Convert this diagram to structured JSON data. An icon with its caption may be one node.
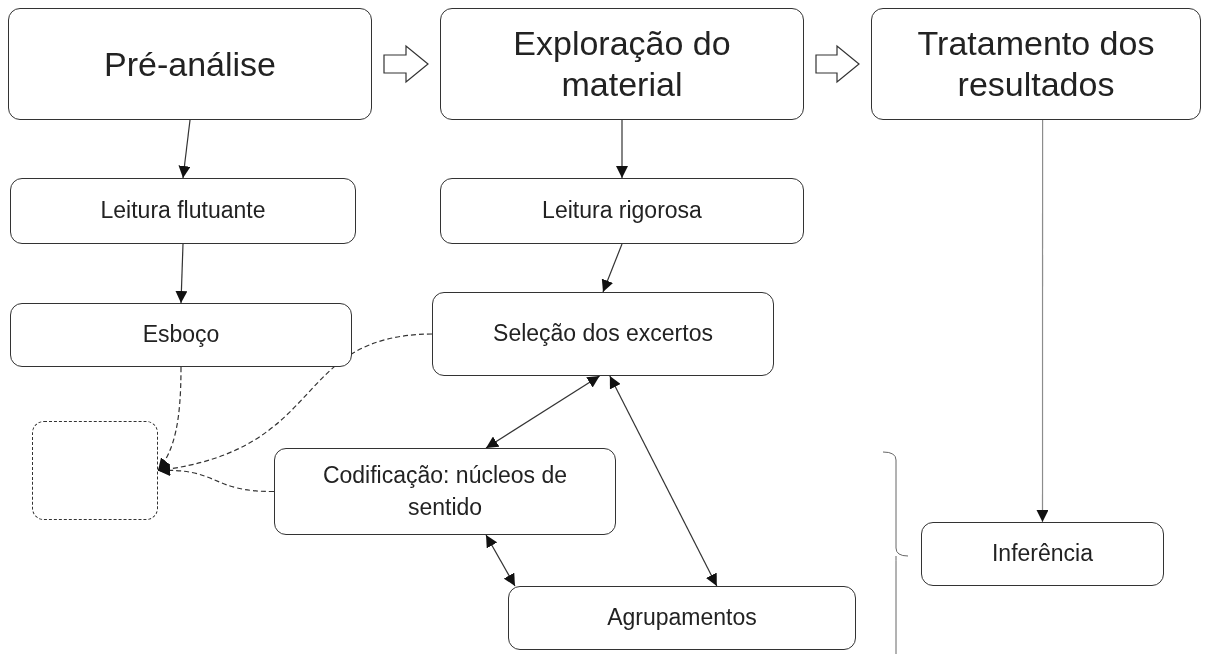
{
  "diagram": {
    "nodes": [
      {
        "text": [
          "Pré-análise"
        ]
      },
      {
        "text": [
          "Exploração do material"
        ]
      },
      {
        "text": [
          "Tratamento dos resultados"
        ]
      },
      {
        "text": [
          "Leitura flutuante"
        ]
      },
      {
        "text": [
          "Leitura rigorosa"
        ]
      },
      {
        "text": [
          "Esboço"
        ]
      },
      {
        "text": [
          "Seleção dos excertos"
        ]
      },
      {
        "text": [],
        "shape": "box"
      },
      {
        "text": [
          "Codificação: núcleos de sentido"
        ]
      },
      {
        "text": [
          "Agrupamentos"
        ]
      },
      {
        "text": [
          "Inferência"
        ]
      }
    ],
    "edges": [
      {
        "from": 0,
        "to": 1,
        "arrow": "to",
        "style": "thick"
      },
      {
        "from": 1,
        "to": 2,
        "arrow": "to",
        "style": "thick"
      },
      {
        "from": 0,
        "to": 3,
        "arrow": "to"
      },
      {
        "from": 3,
        "to": 5,
        "arrow": "to"
      },
      {
        "from": 1,
        "to": 4,
        "arrow": "to"
      },
      {
        "from": 4,
        "to": 6,
        "arrow": "to"
      },
      {
        "from": 2,
        "to": 10,
        "arrow": "to",
        "color": "#8c8c8c"
      },
      {
        "from": 5,
        "to": 7,
        "arrow": "to",
        "style": "dashed"
      },
      {
        "from": 6,
        "to": 7,
        "arrow": "to",
        "style": "dashed"
      },
      {
        "from": 8,
        "to": 7,
        "arrow": "to",
        "style": "dashed"
      },
      {
        "from": 6,
        "to": 8,
        "arrow": "both"
      },
      {
        "from": 8,
        "to": 9,
        "arrow": "both"
      },
      {
        "from": 6,
        "to": 9,
        "arrow": "both"
      }
    ]
  }
}
